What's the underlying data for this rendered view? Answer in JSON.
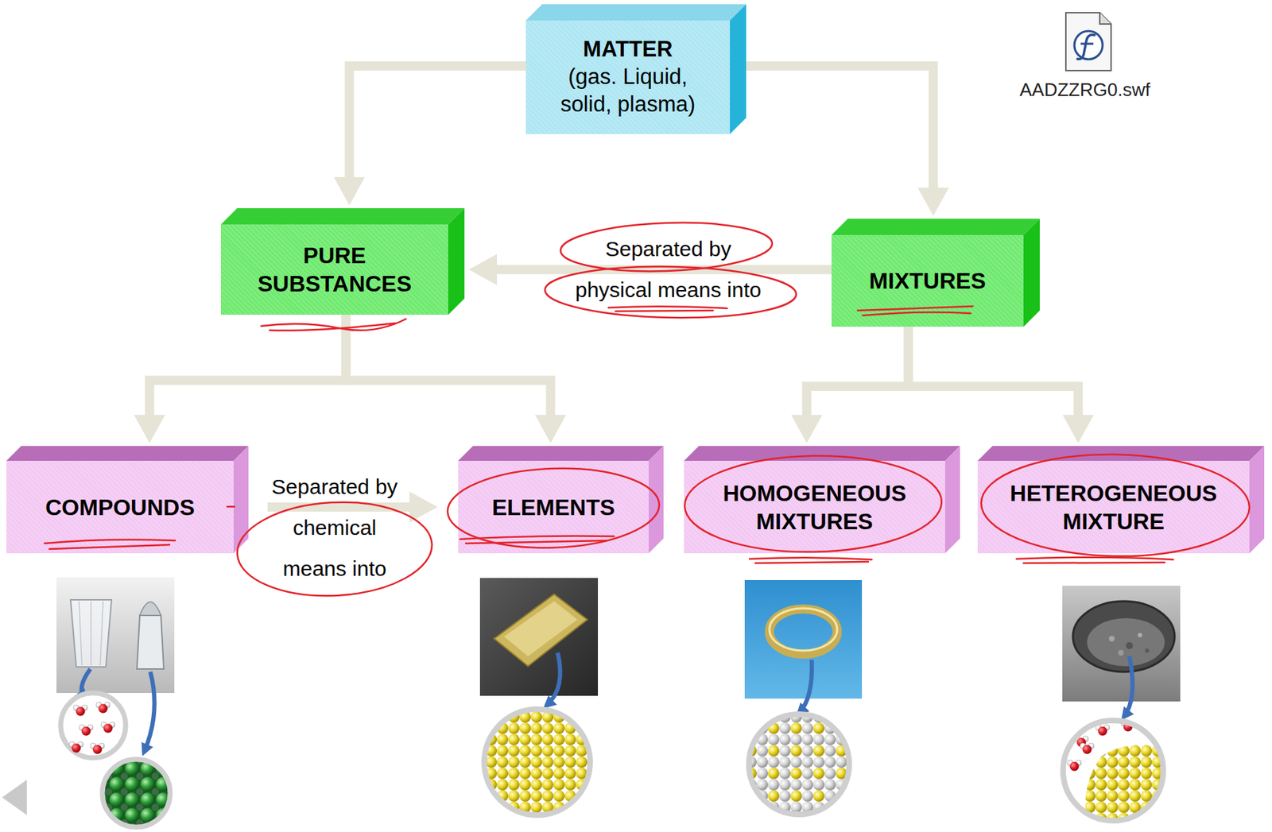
{
  "diagram": {
    "nodes": [
      {
        "text": [
          "MATTER",
          "(gas. Liquid, solid, plasma)"
        ]
      },
      {
        "text": [
          "PURE SUBSTANCES"
        ]
      },
      {
        "text": [
          "MIXTURES"
        ]
      },
      {
        "text": [
          "COMPOUNDS"
        ]
      },
      {
        "text": [
          "ELEMENTS"
        ]
      },
      {
        "text": [
          "HOMOGENEOUS MIXTURES"
        ]
      },
      {
        "text": [
          "HETEROGENEOUS MIXTURE"
        ]
      }
    ],
    "edges": [
      {
        "from": 0,
        "to": 1,
        "arrow": "to"
      },
      {
        "from": 0,
        "to": 2,
        "arrow": "to"
      },
      {
        "from": 2,
        "to": 1,
        "label": "Separated by physical means into",
        "arrow": "to"
      },
      {
        "from": 1,
        "to": 3,
        "arrow": "to"
      },
      {
        "from": 1,
        "to": 4,
        "arrow": "to"
      },
      {
        "from": 2,
        "to": 5,
        "arrow": "to"
      },
      {
        "from": 2,
        "to": 6,
        "arrow": "to"
      },
      {
        "from": 3,
        "to": 4,
        "label": "Separated by chemical means into",
        "arrow": "to"
      }
    ],
    "labels": [
      "AADZZRG0.swf"
    ]
  }
}
